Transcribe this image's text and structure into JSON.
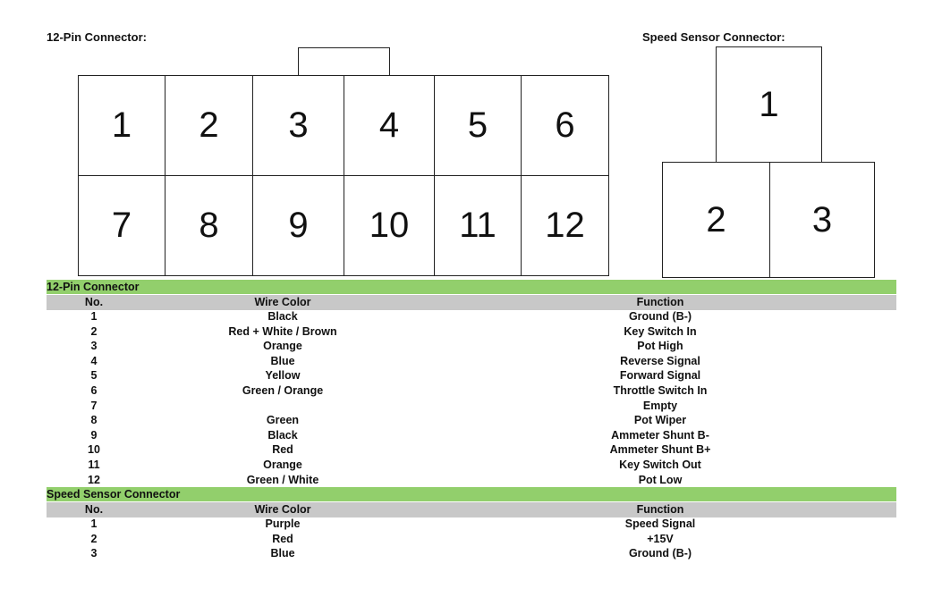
{
  "labels": {
    "twelve_pin": "12-Pin Connector:",
    "speed_sensor": "Speed Sensor Connector:"
  },
  "twelve_pin_diagram": {
    "top_row": [
      "1",
      "2",
      "3",
      "4",
      "5",
      "6"
    ],
    "bottom_row": [
      "7",
      "8",
      "9",
      "10",
      "11",
      "12"
    ]
  },
  "speed_diagram": {
    "top": "1",
    "bottom_left": "2",
    "bottom_right": "3"
  },
  "table_twelve": {
    "title": "12-Pin Connector",
    "headers": {
      "no": "No.",
      "wire": "Wire Color",
      "func": "Function"
    },
    "rows": [
      {
        "no": "1",
        "wire": "Black",
        "func": "Ground (B-)"
      },
      {
        "no": "2",
        "wire": "Red + White / Brown",
        "func": "Key Switch In"
      },
      {
        "no": "3",
        "wire": "Orange",
        "func": "Pot High"
      },
      {
        "no": "4",
        "wire": "Blue",
        "func": "Reverse Signal"
      },
      {
        "no": "5",
        "wire": "Yellow",
        "func": "Forward Signal"
      },
      {
        "no": "6",
        "wire": "Green / Orange",
        "func": "Throttle Switch In"
      },
      {
        "no": "7",
        "wire": "",
        "func": "Empty"
      },
      {
        "no": "8",
        "wire": "Green",
        "func": "Pot Wiper"
      },
      {
        "no": "9",
        "wire": "Black",
        "func": "Ammeter Shunt B-"
      },
      {
        "no": "10",
        "wire": "Red",
        "func": "Ammeter Shunt B+"
      },
      {
        "no": "11",
        "wire": "Orange",
        "func": "Key Switch Out"
      },
      {
        "no": "12",
        "wire": "Green / White",
        "func": "Pot Low"
      }
    ]
  },
  "table_speed": {
    "title": "Speed Sensor Connector",
    "headers": {
      "no": "No.",
      "wire": "Wire Color",
      "func": "Function"
    },
    "rows": [
      {
        "no": "1",
        "wire": "Purple",
        "func": "Speed Signal"
      },
      {
        "no": "2",
        "wire": "Red",
        "func": "+15V"
      },
      {
        "no": "3",
        "wire": "Blue",
        "func": "Ground (B-)"
      }
    ]
  },
  "colors": {
    "section_bar": "#92cf6c",
    "header_bar": "#c8c8c8"
  }
}
